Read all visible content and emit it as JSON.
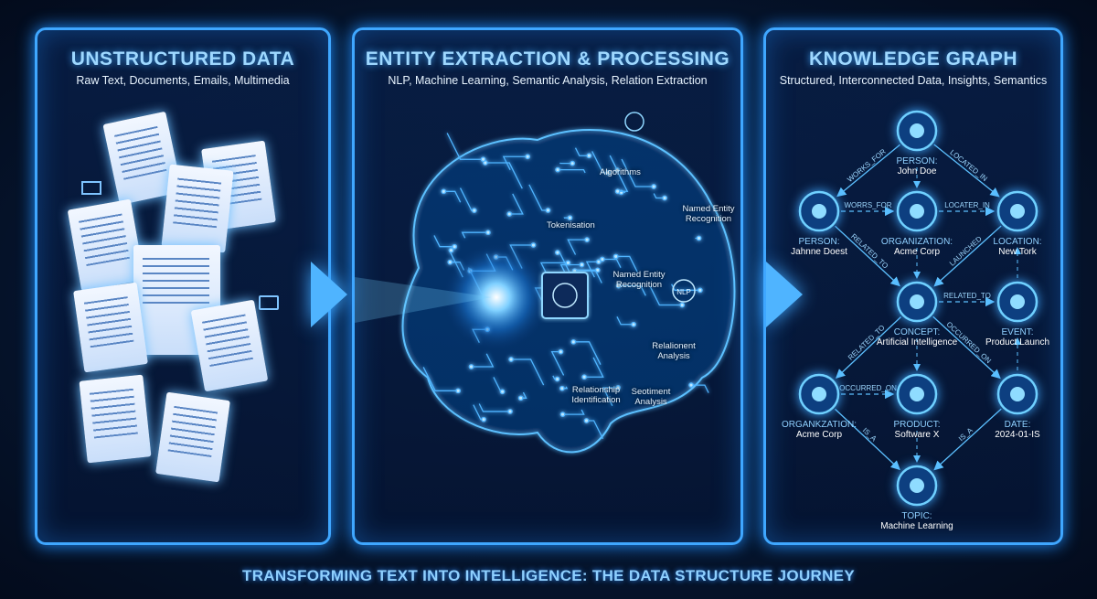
{
  "panels": [
    {
      "title": "UNSTRUCTURED DATA",
      "subtitle": "Raw Text, Documents, Emails, Multimedia"
    },
    {
      "title": "ENTITY EXTRACTION & PROCESSING",
      "subtitle": "NLP, Machine Learning, Semantic Analysis, Relation Extraction",
      "labels": [
        "Algorithms",
        "Named Entity Recognition",
        "Tokenisation",
        "Named Entity Recognition",
        "Relalionent Analysis",
        "Relationship Identification",
        "Seotiment Analysis"
      ],
      "chip_icon": "brain-chip-icon",
      "nlp_badge": "NLP"
    },
    {
      "title": "KNOWLEDGE GRAPH",
      "subtitle": "Structured, Interconnected Data, Insights, Semantics"
    }
  ],
  "graph": {
    "nodes": [
      {
        "type": "PERSON:",
        "name": "John Doe",
        "icon": "person-icon"
      },
      {
        "type": "PERSON:",
        "name": "Jahnne Doest",
        "icon": "person-icon"
      },
      {
        "type": "ORGANIZATION:",
        "name": "Acme Corp",
        "icon": "building-icon"
      },
      {
        "type": "LOCATION:",
        "name": "New Tork",
        "icon": "location-pin-icon"
      },
      {
        "type": "CONCEPT:",
        "name": "Artificial Intelligence",
        "icon": "circle-icon"
      },
      {
        "type": "EVENT:",
        "name": "Product Launch",
        "icon": "calendar-icon"
      },
      {
        "type": "ORGANKZATION:",
        "name": "Acme Corp",
        "icon": "hexagon-icon"
      },
      {
        "type": "PRODUCT:",
        "name": "Software X",
        "icon": "file-icon"
      },
      {
        "type": "DATE:",
        "name": "2024-01-IS",
        "icon": "calendar-icon"
      },
      {
        "type": "TOPIC:",
        "name": "Machine Learning",
        "icon": "circle-icon"
      }
    ],
    "edges": [
      "WORKS_FOR",
      "LOCATED_IN",
      "WORRS_FOR",
      "LOCATER_IN",
      "RELATED_TO",
      "LAUNCHED",
      "RELATED_TO",
      "RELATED_TO",
      "OCCURRED_ON",
      "OCCURRED_ON",
      "IS_A",
      "IS_A"
    ]
  },
  "footer": "TRANSFORMING TEXT INTO INTELLIGENCE: THE DATA STRUCTURE JOURNEY",
  "colors": {
    "accent": "#3fa7ff",
    "background": "#061630",
    "text": "#e6f3ff"
  }
}
